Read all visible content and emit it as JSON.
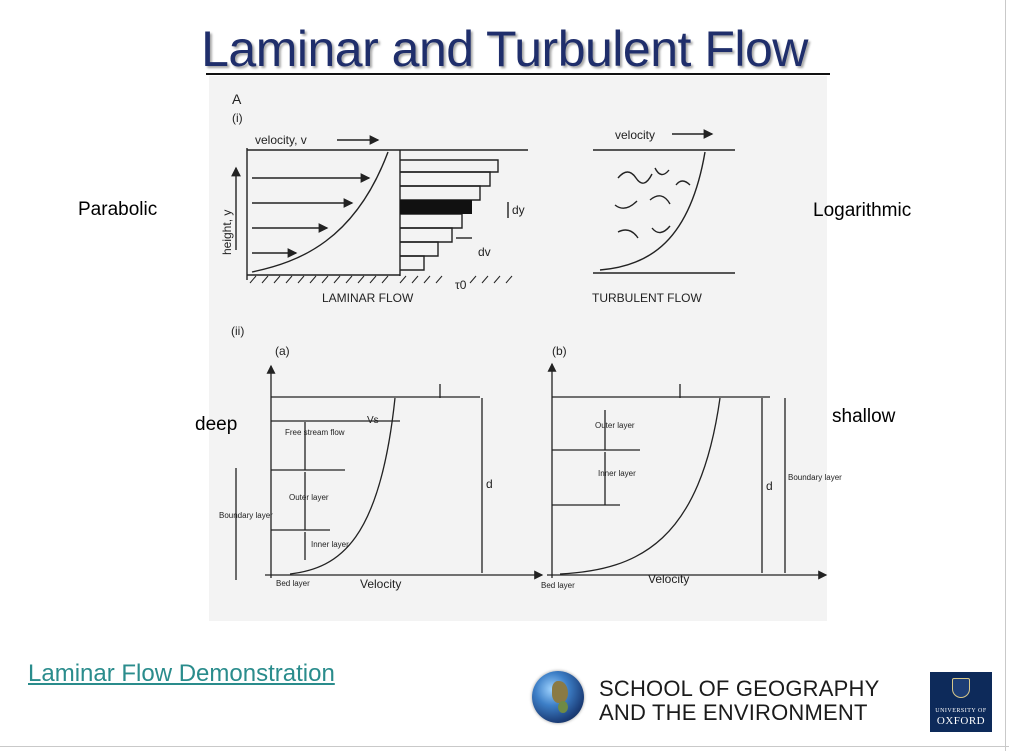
{
  "title": "Laminar and Turbulent Flow",
  "labels": {
    "parabolic": "Parabolic",
    "logarithmic": "Logarithmic",
    "deep": "deep",
    "shallow": "shallow"
  },
  "figure": {
    "panel_a": "A",
    "part_i": "(i)",
    "part_ii": "(ii)",
    "velocity_v": "velocity, v",
    "height_y": "height, y",
    "dy": "dy",
    "dv": "dv",
    "tau0": "τ0",
    "laminar_flow": "LAMINAR FLOW",
    "velocity": "velocity",
    "turbulent_flow": "TURBULENT FLOW",
    "sub_a": "(a)",
    "sub_b": "(b)",
    "vs": "Vs",
    "d": "d",
    "free_stream_flow": "Free stream flow",
    "outer_layer": "Outer layer",
    "inner_layer": "Inner layer",
    "boundary_layer": "Boundary layer",
    "bed_layer": "Bed layer",
    "velocity_axis": "Velocity"
  },
  "link": {
    "text": "Laminar Flow Demonstration"
  },
  "footer": {
    "school_line1": "SCHOOL OF GEOGRAPHY",
    "school_line2": "AND THE ENVIRONMENT",
    "oxford_small": "UNIVERSITY OF",
    "oxford_big": "OXFORD"
  },
  "colors": {
    "title": "#1f2e6b",
    "link": "#2a8c8c",
    "oxford_blue": "#0d2a5a"
  }
}
